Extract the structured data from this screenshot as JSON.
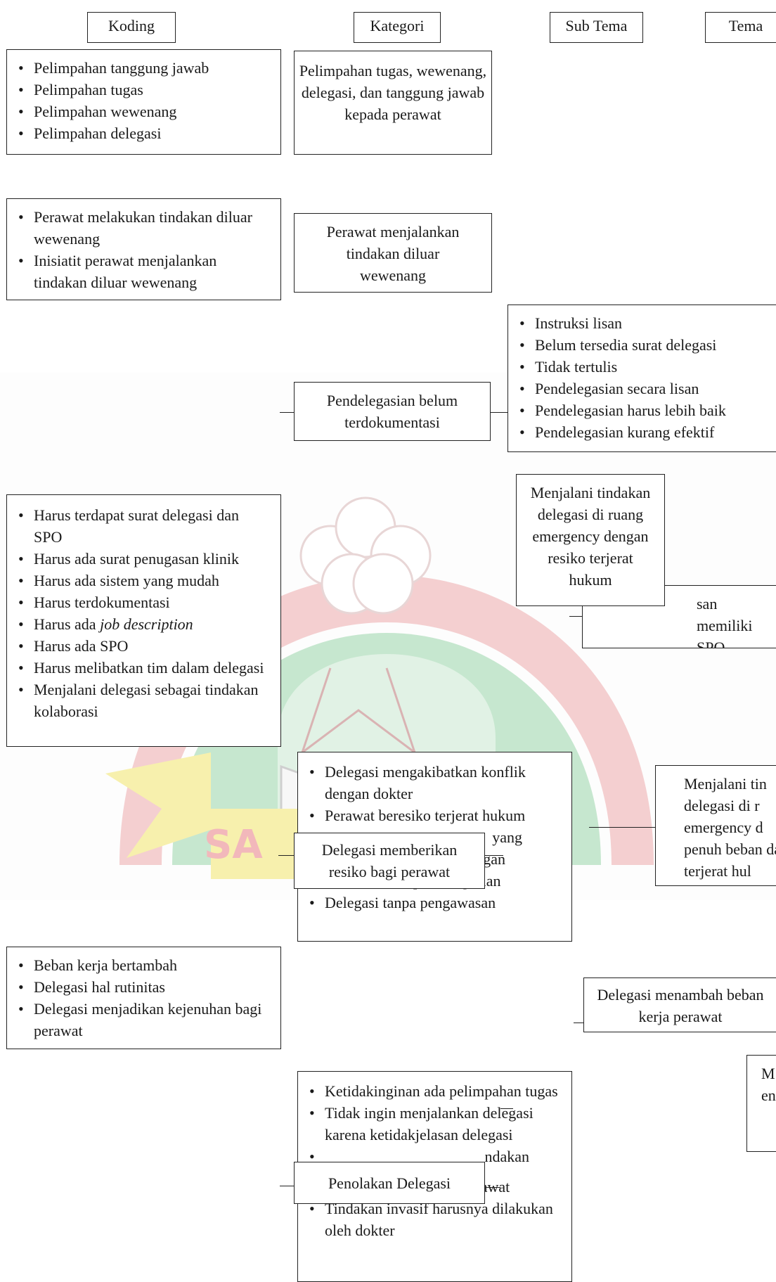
{
  "headers": {
    "koding": "Koding",
    "kategori": "Kategori",
    "sub_tema": "Sub Tema",
    "tema": "Tema"
  },
  "codes": {
    "g1": [
      "Pelimpahan tanggung jawab",
      "Pelimpahan tugas",
      "Pelimpahan wewenang",
      "Pelimpahan delegasi"
    ],
    "g2": [
      "Perawat melakukan tindakan diluar wewenang",
      "Inisiatit perawat menjalankan tindakan diluar wewenang"
    ],
    "g3": [
      "Instruksi lisan",
      "Belum tersedia surat delegasi",
      "Tidak tertulis",
      "Pendelegasian secara lisan",
      "Pendelegasian harus lebih baik",
      "Pendelegasian kurang efektif"
    ],
    "g4_a": [
      "Harus terdapat surat delegasi dan SPO",
      "Harus ada surat penugasan klinik",
      "Harus ada sistem yang mudah",
      "Harus terdokumentasi"
    ],
    "g4_jd_prefix": "Harus ada ",
    "g4_jd_italic": "job description",
    "g4_b": [
      "Harus ada SPO",
      "Harus melibatkan tim dalam delegasi",
      "Menjalani delegasi sebagai tindakan kolaborasi"
    ],
    "g5_visible": [
      "Delegasi mengakibatkan konflik dengan dokter",
      "Perawat beresiko terjerat hukum"
    ],
    "g5_partial_1": "yang",
    "g5_partial_2": "gan",
    "g5_partial_3": "hukum dalam pendelegasian",
    "g5_last": "Delegasi tanpa pengawasan",
    "g6": [
      "Beban kerja bertambah",
      "Delegasi hal rutinitas",
      "Delegasi menjadikan kejenuhan bagi perawat"
    ],
    "g7_a": [
      "Ketidakinginan ada pelimpahan tugas",
      "Tidak ingin menjalankan delegasi karena ketidakjelasan delegasi"
    ],
    "g7_partial": "ndakan",
    "g7_b": [
      "Delegasi bukan tugas perawat",
      "Tindakan invasif harusnya dilakukan oleh dokter"
    ]
  },
  "categories": {
    "c1": "Pelimpahan tugas, wewenang, delegasi, dan tanggung jawab kepada perawat",
    "c2": "Perawat menjalankan tindakan diluar wewenang",
    "c3": "Pendelegasian belum terdokumentasi",
    "c4": "Delegasi memberikan resiko bagi perawat",
    "c5": "Penolakan Delegasi"
  },
  "sub_themes": {
    "s1_partial": "san memiliki SPO pendelegasian",
    "s2": "Delegasi menambah beban kerja perawat"
  },
  "themes": {
    "t_middle": "Menjalani tindakan delegasi di ruang emergency dengan resiko terjerat hukum",
    "t_right_partial": "Menjalani tin delegasi di r emergency d penuh beban da terjerat hul",
    "t_bottom_partial": "M d en"
  },
  "watermark": {
    "text_visible": "SA",
    "colors": {
      "red": "#f2c3c5",
      "green": "#bfe2c8",
      "yellow": "#f7f0ad",
      "gray": "#d8d8d8"
    }
  }
}
